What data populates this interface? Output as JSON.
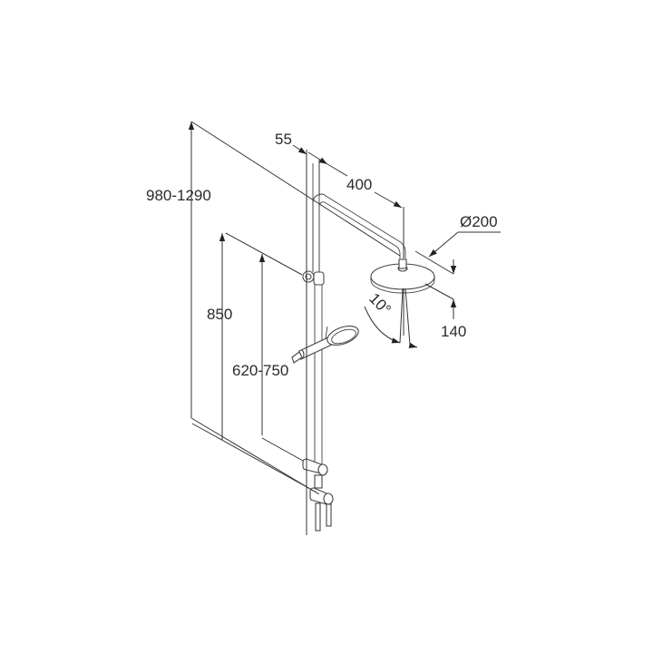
{
  "diagram": {
    "subject": "shower system dimension drawing",
    "units": "mm",
    "colors": {
      "line": "#333333",
      "background": "#ffffff",
      "text": "#2a2a2a"
    },
    "dimensions": {
      "total_height": "980-1290",
      "wall_offset": "55",
      "arm_length": "400",
      "head_diameter": "Ø200",
      "head_height": "140",
      "rail_height": "850",
      "handshower_holder_height": "620-750",
      "spray_angle": "10°"
    }
  }
}
